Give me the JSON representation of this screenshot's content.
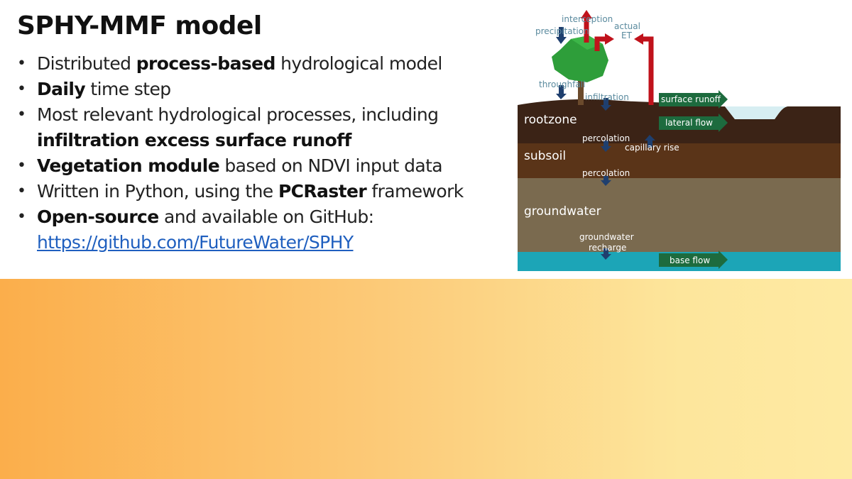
{
  "slide": {
    "title": "SPHY-MMF model",
    "bullets": [
      {
        "pre": "Distributed ",
        "bold": "process-based",
        "post": " hydrological model"
      },
      {
        "pre": "",
        "bold": "Daily",
        "post": " time step"
      },
      {
        "line1": "Most relevant hydrological processes, including",
        "line2_bold": "infiltration excess surface runoff"
      },
      {
        "pre": "",
        "bold": "Vegetation module",
        "post": " based on NDVI input data"
      },
      {
        "pre": "Written in Python, using the ",
        "bold": "PCRaster",
        "post": " framework"
      },
      {
        "bold": "Open-source",
        "post": " and available on GitHub:",
        "link": "https://github.com/FutureWater/SPHY"
      }
    ]
  },
  "diagram": {
    "layers": {
      "rootzone": "rootzone",
      "subsoil": "subsoil",
      "groundwater": "groundwater"
    },
    "labels": {
      "interception": "interception",
      "precipitation": "precipitation",
      "actual": "actual",
      "et": "ET",
      "throughfall": "throughfall",
      "infiltration": "infiltration",
      "surface_runoff": "surface runoff",
      "lateral_flow": "lateral flow",
      "percolation_1": "percolation",
      "capillary_rise": "capillary rise",
      "percolation_2": "percolation",
      "groundwater_recharge_1": "groundwater",
      "groundwater_recharge_2": "recharge",
      "base_flow": "base flow"
    },
    "colors": {
      "rootzone": "#3b2316",
      "subsoil": "#5a3418",
      "groundwater": "#7a6a4f",
      "water": "#1ca5b7",
      "tree": "#2e9e3a",
      "et_arrow": "#c0121b",
      "flow_arrow": "#1d6b3e",
      "vertical_arrow": "#1f3f6e"
    }
  }
}
